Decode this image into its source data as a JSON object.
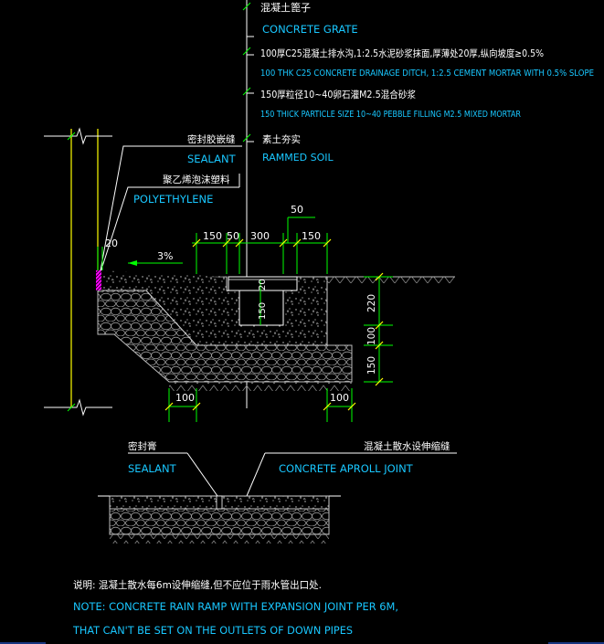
{
  "labels": {
    "grate_cn": "混凝土篦子",
    "grate_en": "CONCRETE GRATE",
    "ditch_cn": "100厚C25混凝土排水沟,1:2.5水泥砂浆抹面,厚薄处20厚,纵向坡度≥0.5%",
    "ditch_en": "100 THK C25 CONCRETE DRAINAGE DITCH, 1:2.5 CEMENT MORTAR WITH 0.5% SLOPE",
    "pebble_cn": "150厚粒径10~40卵石灌M2.5混合砂浆",
    "pebble_en": "150 THICK PARTICLE SIZE 10~40 PEBBLE FILLING M2.5 MIXED MORTAR",
    "soil_cn": "素土夯实",
    "soil_en": "RAMMED SOIL",
    "sealant_joint_cn": "密封胶嵌缝",
    "sealant_joint_en": "SEALANT",
    "poly_cn": "聚乙烯泡沫塑料",
    "poly_en": "POLYETHYLENE",
    "sealant2_cn": "密封膏",
    "sealant2_en": "SEALANT",
    "apron_cn": "混凝土散水设伸缩缝",
    "apron_en": "CONCRETE APROLL JOINT",
    "note_cn": "说明: 混凝土散水每6m设伸缩缝,但不应位于雨水管出口处.",
    "note_en1": "NOTE: CONCRETE RAIN RAMP WITH EXPANSION JOINT PER 6M,",
    "note_en2": "THAT CAN'T BE SET ON THE OUTLETS OF DOWN PIPES"
  },
  "dimensions": {
    "d50_top": "50",
    "d20": "20",
    "slope": "3%",
    "d150a": "150",
    "d50": "50",
    "d300": "300",
    "d150b": "150",
    "d20_inner": "20",
    "d150_inner": "150",
    "d220": "220",
    "d100_v": "100",
    "d150_v": "150",
    "d100_left": "100",
    "d100_right": "100"
  },
  "colors": {
    "white": "#ffffff",
    "cyan": "#19c7ff",
    "yellow": "#ffff00",
    "green": "#00ff00",
    "magenta": "#ff00ff",
    "blue": "#2f6bff",
    "grey": "#8a8a8a"
  }
}
